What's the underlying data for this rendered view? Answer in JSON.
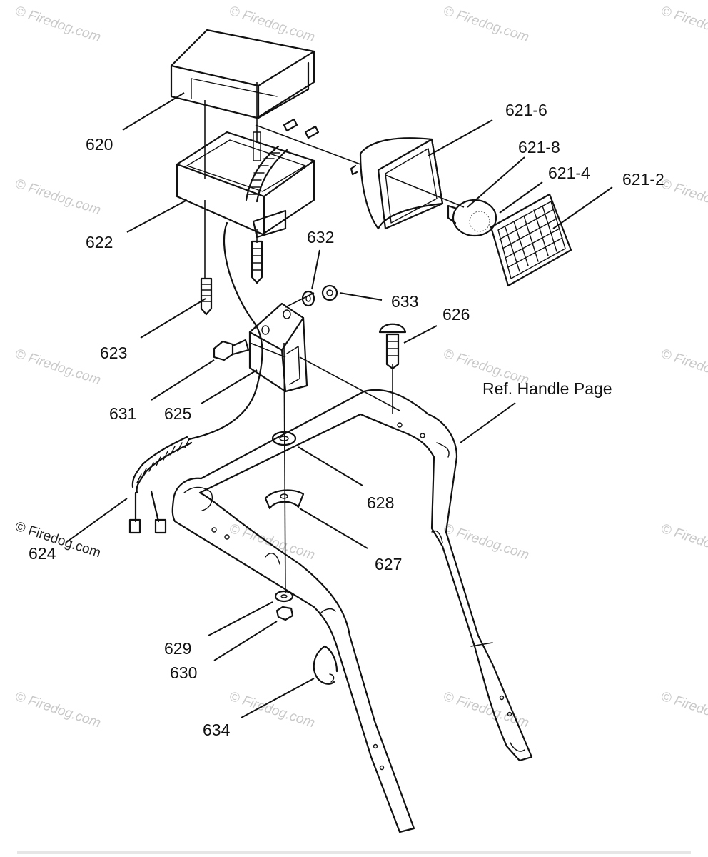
{
  "watermark": {
    "text": "© Firedog.com",
    "tile_origins": [
      "top-left",
      "top-center",
      "top-right",
      "upper-left",
      "upper-right",
      "mid-left",
      "mid-right",
      "lower-left",
      "lower-center",
      "lower-right",
      "bottom-left",
      "bottom-center",
      "bottom-right"
    ]
  },
  "labels": {
    "p620": "620",
    "p621_6": "621-6",
    "p621_8": "621-8",
    "p621_4": "621-4",
    "p621_2": "621-2",
    "p622": "622",
    "p632": "632",
    "p633": "633",
    "p626": "626",
    "p623": "623",
    "p631": "631",
    "p625": "625",
    "ref_handle": "Ref. Handle Page",
    "p628": "628",
    "p624": "624",
    "p627": "627",
    "p629": "629",
    "p630": "630",
    "p634": "634"
  },
  "footer_watermark": "© Firedog.com"
}
